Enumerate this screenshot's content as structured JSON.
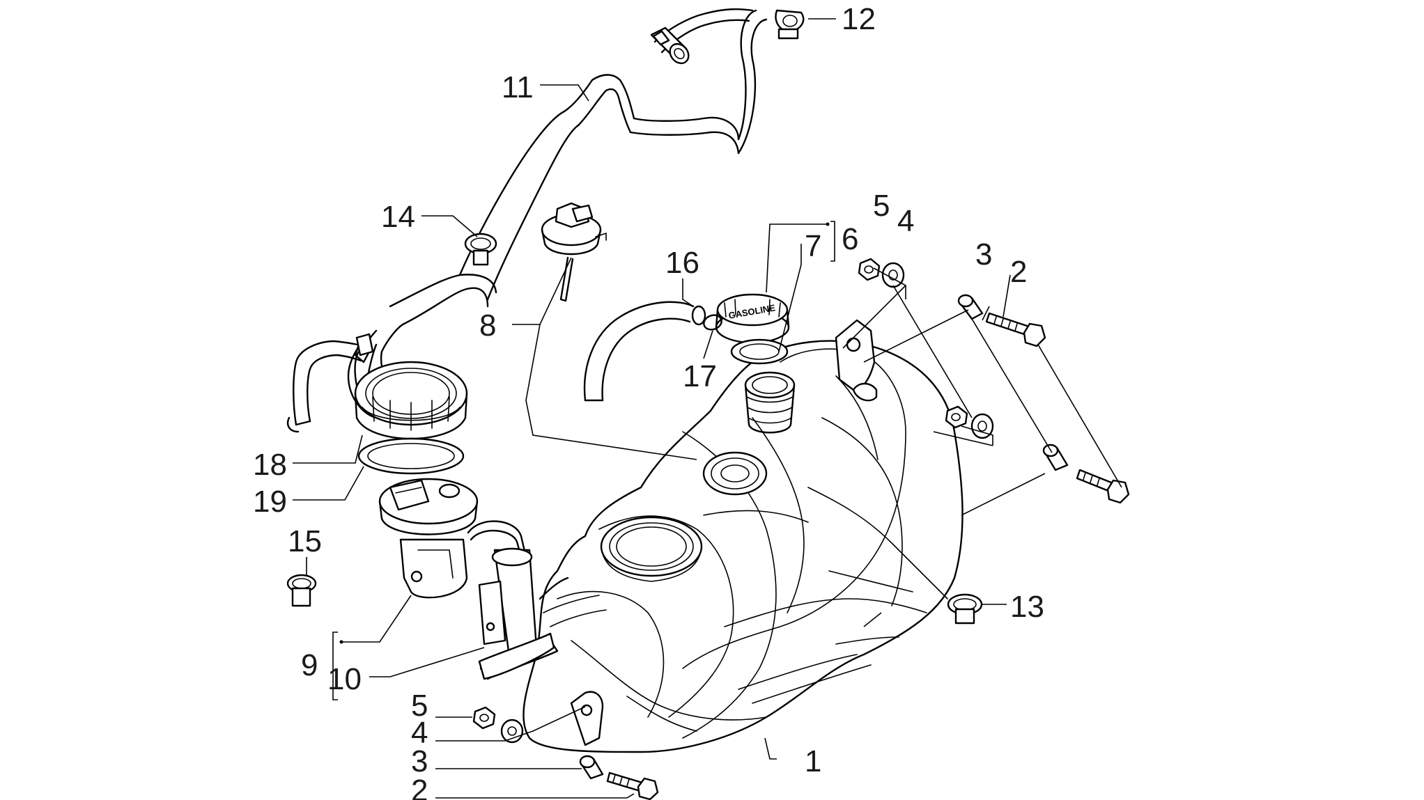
{
  "callouts": [
    {
      "id": "c1",
      "label": "1"
    },
    {
      "id": "c2a",
      "label": "2"
    },
    {
      "id": "c2b",
      "label": "2"
    },
    {
      "id": "c3a",
      "label": "3"
    },
    {
      "id": "c3b",
      "label": "3"
    },
    {
      "id": "c4a",
      "label": "4"
    },
    {
      "id": "c4b",
      "label": "4"
    },
    {
      "id": "c5a",
      "label": "5"
    },
    {
      "id": "c5b",
      "label": "5"
    },
    {
      "id": "c6",
      "label": "6"
    },
    {
      "id": "c7",
      "label": "7"
    },
    {
      "id": "c8",
      "label": "8"
    },
    {
      "id": "c9",
      "label": "9"
    },
    {
      "id": "c10",
      "label": "10"
    },
    {
      "id": "c11",
      "label": "11"
    },
    {
      "id": "c12",
      "label": "12"
    },
    {
      "id": "c13",
      "label": "13"
    },
    {
      "id": "c14",
      "label": "14"
    },
    {
      "id": "c15",
      "label": "15"
    },
    {
      "id": "c16",
      "label": "16"
    },
    {
      "id": "c17",
      "label": "17"
    },
    {
      "id": "c18",
      "label": "18"
    },
    {
      "id": "c19",
      "label": "19"
    }
  ],
  "cap_text": "GASOLINE"
}
